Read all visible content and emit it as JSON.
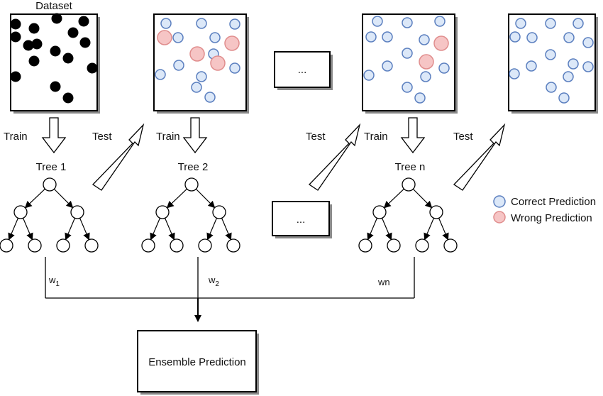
{
  "labels": {
    "dataset": "Dataset",
    "train": "Train",
    "test": "Test",
    "tree1": "Tree 1",
    "tree2": "Tree 2",
    "treen": "Tree n",
    "ellipsis": "...",
    "w": "w",
    "w1_sub": "1",
    "w2_sub": "2",
    "wn": "wn",
    "ensemble": "Ensemble Prediction"
  },
  "legend": {
    "correct": "Correct Prediction",
    "wrong": "Wrong Prediction"
  },
  "colors": {
    "dataset_dot": "#000000",
    "correct_fill": "#dce8f8",
    "correct_stroke": "#5b7fbf",
    "wrong_fill": "#f6c5c5",
    "wrong_stroke": "#e08d8d"
  }
}
